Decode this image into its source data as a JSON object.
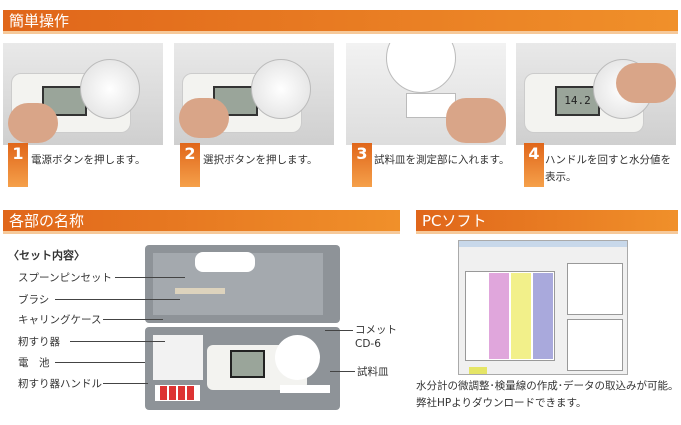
{
  "sections": {
    "operation": "簡単操作",
    "parts": "各部の名称",
    "pc": "PCソフト"
  },
  "steps": [
    {
      "num": "1",
      "text": "電源ボタンを押します。"
    },
    {
      "num": "2",
      "text": "選択ボタンを押します。"
    },
    {
      "num": "3",
      "text": "試料皿を測定部に入れます。"
    },
    {
      "num": "4",
      "text": "ハンドルを回すと水分値を表示。"
    }
  ],
  "display_value": "14.2",
  "set": {
    "title": "〈セット内容〉",
    "left_labels": [
      "スプーンピンセット",
      "ブラシ",
      "キャリングケース",
      "籾すり器",
      "電　池",
      "籾すり器ハンドル"
    ],
    "right_labels": [
      "コメット\nCD-6",
      "試料皿"
    ]
  },
  "pc_caption": [
    "水分計の微調整･検量線の作成･データの取込みが可能。",
    "弊社HPよりダウンロードできます。"
  ],
  "colors": {
    "accent": "#e8781f"
  }
}
